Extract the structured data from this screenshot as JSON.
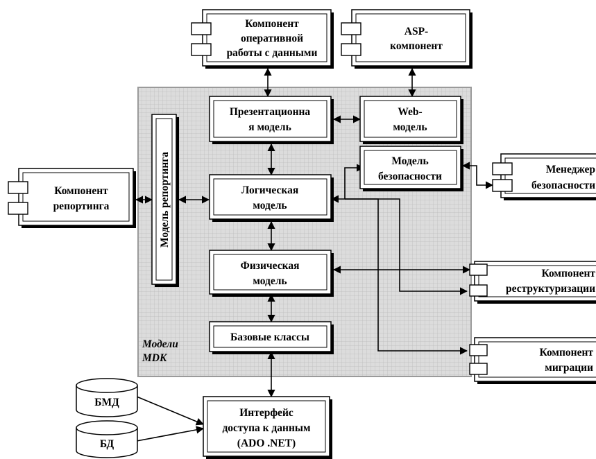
{
  "diagram": {
    "container": {
      "label_line1": "Модели",
      "label_line2": "MDK"
    },
    "internal": {
      "presentation_model": {
        "line1": "Презентационна",
        "line2": "я модель"
      },
      "web_model": {
        "line1": "Web-",
        "line2": "модель"
      },
      "security_model": {
        "line1": "Модель",
        "line2": "безопасности"
      },
      "logical_model": {
        "line1": "Логическая",
        "line2": "модель"
      },
      "physical_model": {
        "line1": "Физическая",
        "line2": "модель"
      },
      "base_classes": {
        "line1": "Базовые классы"
      },
      "reporting_model": {
        "line1": "Модель репортинга"
      }
    },
    "components": {
      "operational_data": {
        "line1": "Компонент",
        "line2": "оперативной",
        "line3": "работы с данными"
      },
      "asp_component": {
        "line1": "ASP-",
        "line2": "компонент"
      },
      "reporting_component": {
        "line1": "Компонент",
        "line2": "репортинга"
      },
      "security_manager": {
        "line1": "Менеджер",
        "line2": "безопасности"
      },
      "restructuring_component": {
        "line1": "Компонент",
        "line2": "реструктуризации"
      },
      "migration_component": {
        "line1": "Компонент",
        "line2": "миграции"
      },
      "data_access_interface": {
        "line1": "Интерфейс",
        "line2": "доступа к данным",
        "line3": "(ADO .NET)"
      }
    },
    "databases": {
      "bmd": "БМД",
      "bd": "БД"
    }
  }
}
